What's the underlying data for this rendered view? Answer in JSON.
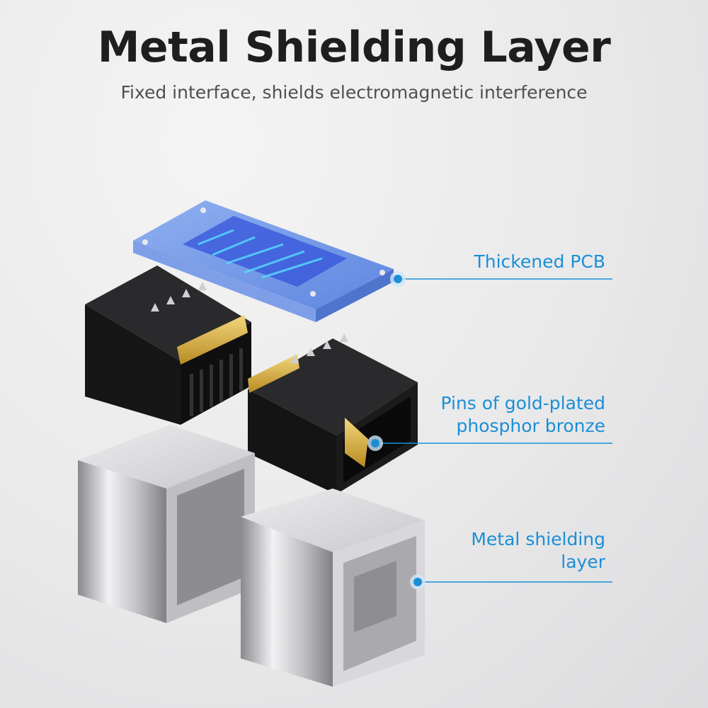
{
  "header": {
    "title": "Metal Shielding Layer",
    "subtitle": "Fixed interface, shields electromagnetic interference"
  },
  "callouts": [
    {
      "text": "Thickened PCB"
    },
    {
      "text": "Pins of gold-plated\nphosphor bronze"
    },
    {
      "text": "Metal shielding\nlayer"
    }
  ],
  "colors": {
    "accent": "#1b8fd6",
    "pcb": "#6c95e6",
    "housing": "#1c1c1c",
    "gold": "#d9b24a",
    "shield": "#d2d2d4"
  }
}
